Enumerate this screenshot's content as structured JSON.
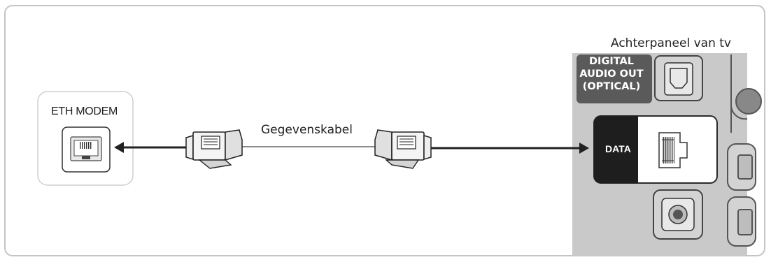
{
  "panel_caption": "Achterpaneel van tv",
  "modem": {
    "label": "ETH MODEM"
  },
  "cable": {
    "label": "Gegevenskabel"
  },
  "tv_panel": {
    "data_port_label": "DATA",
    "optical_lines": [
      "DIGITAL",
      "AUDIO OUT",
      "(OPTICAL)"
    ]
  },
  "colors": {
    "panel_gray": "#c8c8c8",
    "port_dark": "#5a5a5a",
    "data_black": "#1e1e1e",
    "line": "#222222"
  }
}
